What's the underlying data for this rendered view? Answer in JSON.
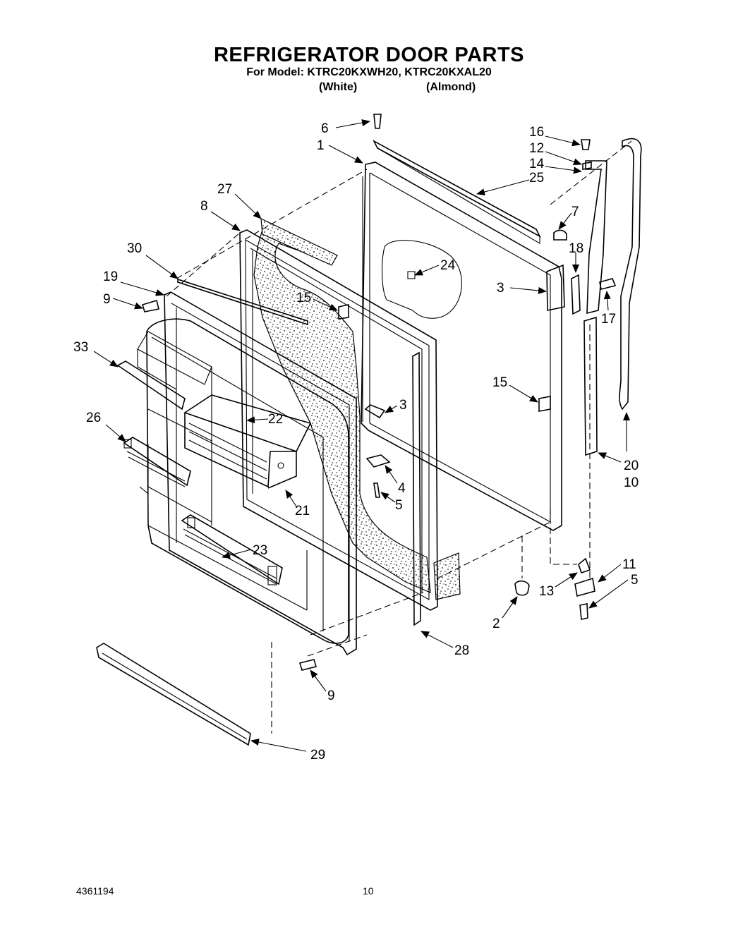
{
  "title": "REFRIGERATOR DOOR PARTS",
  "subtitle": "For Model: KTRC20KXWH20, KTRC20KXAL20",
  "variants": {
    "white": "(White)",
    "almond": "(Almond)"
  },
  "footer": {
    "doc_number": "4361194",
    "page_number": "10"
  },
  "callouts": {
    "p1": "1",
    "p2": "2",
    "p3a": "3",
    "p3b": "3",
    "p4": "4",
    "p5a": "5",
    "p5b": "5",
    "p6": "6",
    "p7": "7",
    "p8": "8",
    "p9a": "9",
    "p9b": "9",
    "p10": "10",
    "p11": "11",
    "p12": "12",
    "p13": "13",
    "p14": "14",
    "p15a": "15",
    "p15b": "15",
    "p16": "16",
    "p17": "17",
    "p18": "18",
    "p19": "19",
    "p20": "20",
    "p21": "21",
    "p22": "22",
    "p23": "23",
    "p24": "24",
    "p25": "25",
    "p26": "26",
    "p27": "27",
    "p28": "28",
    "p29": "29",
    "p30": "30",
    "p33": "33"
  }
}
